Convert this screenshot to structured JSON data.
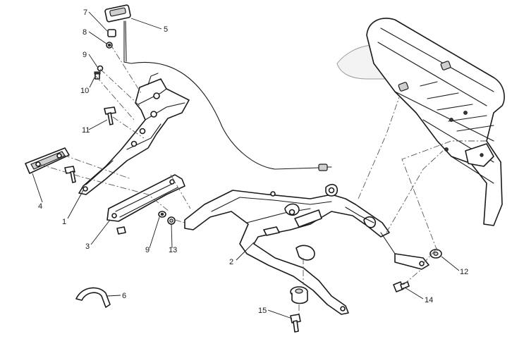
{
  "callouts": [
    {
      "id": "c1",
      "text": "1"
    },
    {
      "id": "c2",
      "text": "2"
    },
    {
      "id": "c3",
      "text": "3"
    },
    {
      "id": "c4",
      "text": "4"
    },
    {
      "id": "c5",
      "text": "5"
    },
    {
      "id": "c6",
      "text": "6"
    },
    {
      "id": "c7",
      "text": "7"
    },
    {
      "id": "c8",
      "text": "8"
    },
    {
      "id": "c9a",
      "text": "9"
    },
    {
      "id": "c9b",
      "text": "9"
    },
    {
      "id": "c10",
      "text": "10"
    },
    {
      "id": "c11",
      "text": "11"
    },
    {
      "id": "c12",
      "text": "12"
    },
    {
      "id": "c13",
      "text": "13"
    },
    {
      "id": "c14",
      "text": "14"
    },
    {
      "id": "c15",
      "text": "15"
    }
  ]
}
